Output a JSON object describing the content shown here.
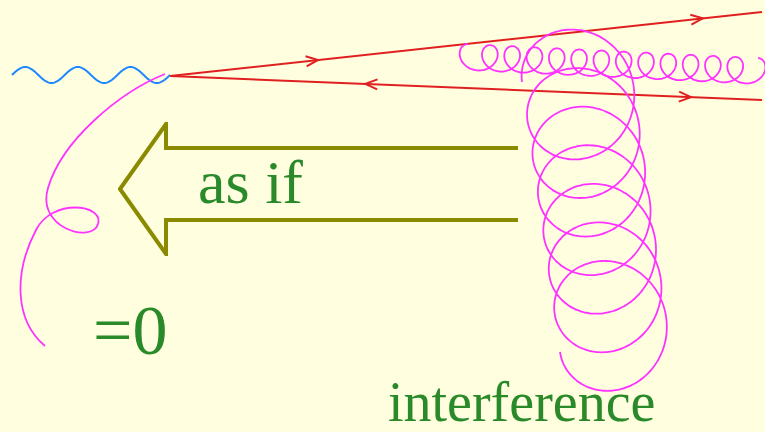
{
  "diagram": {
    "nodes": [
      {
        "text": [
          "as if"
        ]
      }
    ],
    "labels": [
      "=0",
      "interference"
    ]
  }
}
